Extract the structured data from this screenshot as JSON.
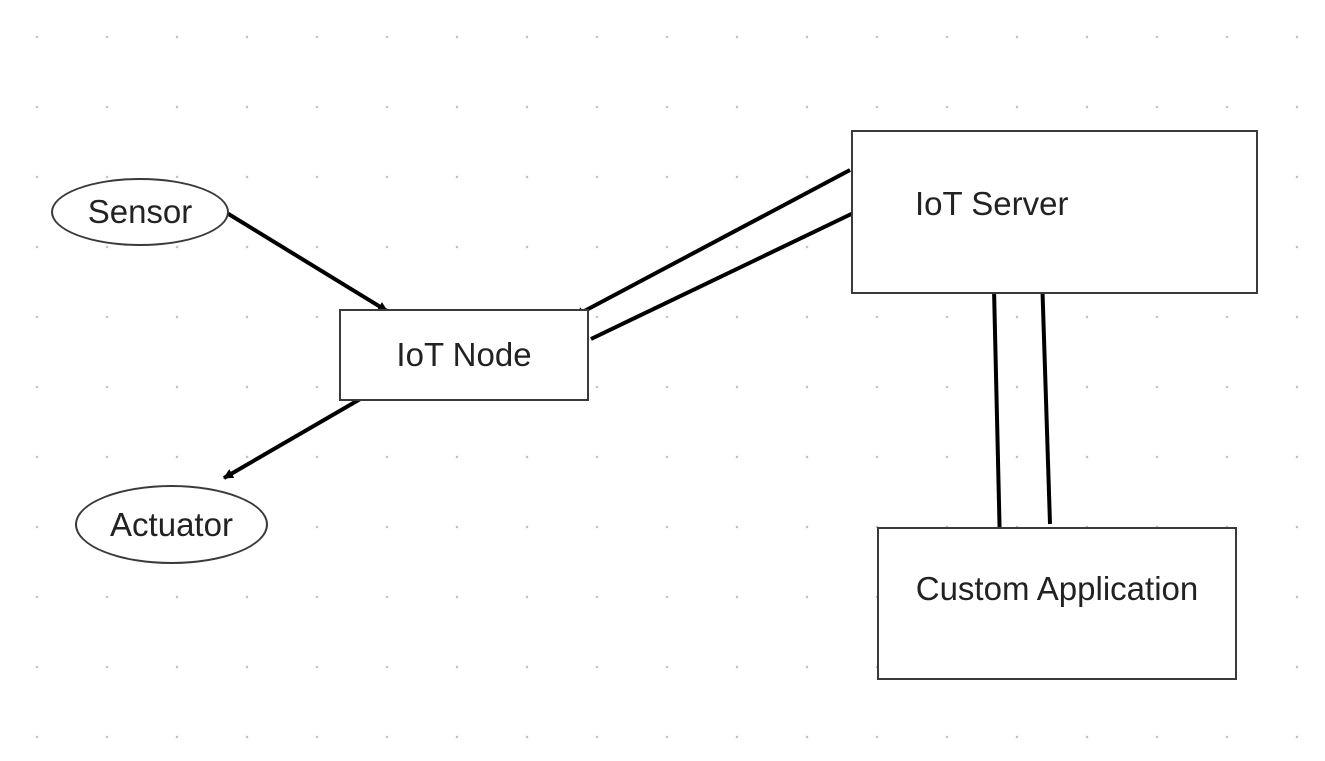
{
  "diagram": {
    "nodes": [
      {
        "id": "sensor",
        "label": "Sensor",
        "shape": "ellipse"
      },
      {
        "id": "actuator",
        "label": "Actuator",
        "shape": "ellipse"
      },
      {
        "id": "iot_node",
        "label": "IoT Node",
        "shape": "rectangle"
      },
      {
        "id": "iot_server",
        "label": "IoT Server",
        "shape": "rectangle"
      },
      {
        "id": "custom_app",
        "label": "Custom Application",
        "shape": "rectangle"
      }
    ],
    "edges": [
      {
        "from": "sensor",
        "to": "iot_node"
      },
      {
        "from": "iot_node",
        "to": "actuator"
      },
      {
        "from": "iot_server",
        "to": "iot_node"
      },
      {
        "from": "iot_node",
        "to": "iot_server"
      },
      {
        "from": "iot_server",
        "to": "custom_app"
      },
      {
        "from": "custom_app",
        "to": "iot_server"
      }
    ],
    "colors": {
      "stroke": "#000000",
      "border": "#3a3a3a",
      "grid_dot": "#c4c4c4",
      "background": "#ffffff"
    }
  }
}
